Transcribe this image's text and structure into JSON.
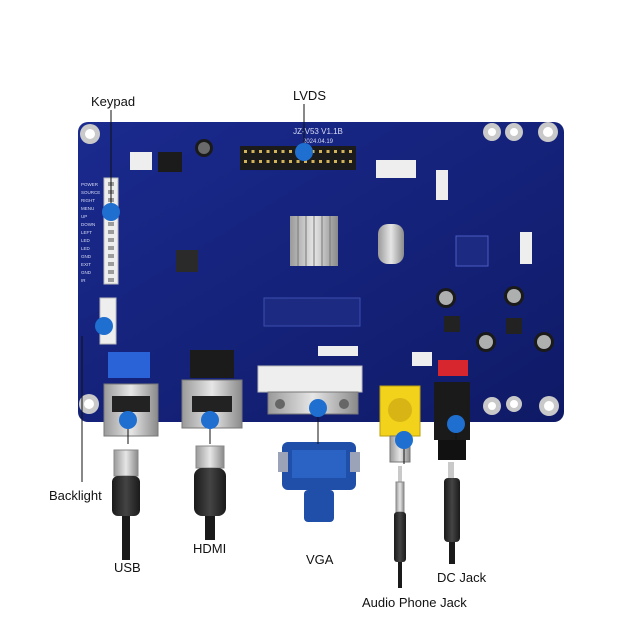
{
  "board": {
    "model": "JZ-V53 V1.1B",
    "date": "2024.04.19"
  },
  "labels": {
    "keypad": "Keypad",
    "lvds": "LVDS",
    "backlight": "Backlight",
    "usb": "USB",
    "hdmi": "HDMI",
    "vga": "VGA",
    "audio": "Audio Phone Jack",
    "dc": "DC Jack"
  },
  "colors": {
    "pcb": "#15237a",
    "marker": "#1e6fd0",
    "header_white": "#eeeeee",
    "vga_blue": "#1f4fa8",
    "rca_yellow": "#f2d21b",
    "dc_red": "#d7262e"
  },
  "pin_labels": [
    "POWER",
    "SOURCE",
    "RIGHT",
    "MENU",
    "UP",
    "DOWN",
    "LEFT",
    "LED",
    "LED",
    "GND",
    "EXIT",
    "GND",
    "IR"
  ]
}
